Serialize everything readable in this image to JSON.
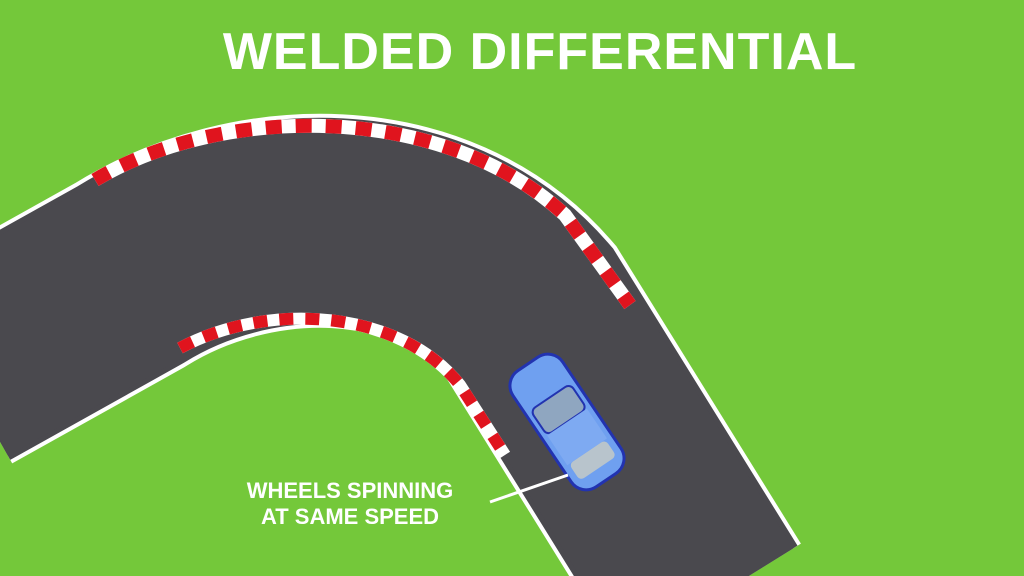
{
  "title": "WELDED DIFFERENTIAL",
  "label": {
    "line1": "WHEELS SPINNING",
    "line2": "AT SAME SPEED"
  },
  "colors": {
    "grass": "#74c83a",
    "road": "#4a494e",
    "curb_red": "#e0141e",
    "car": "#6fa0f0",
    "text": "#ffffff"
  }
}
